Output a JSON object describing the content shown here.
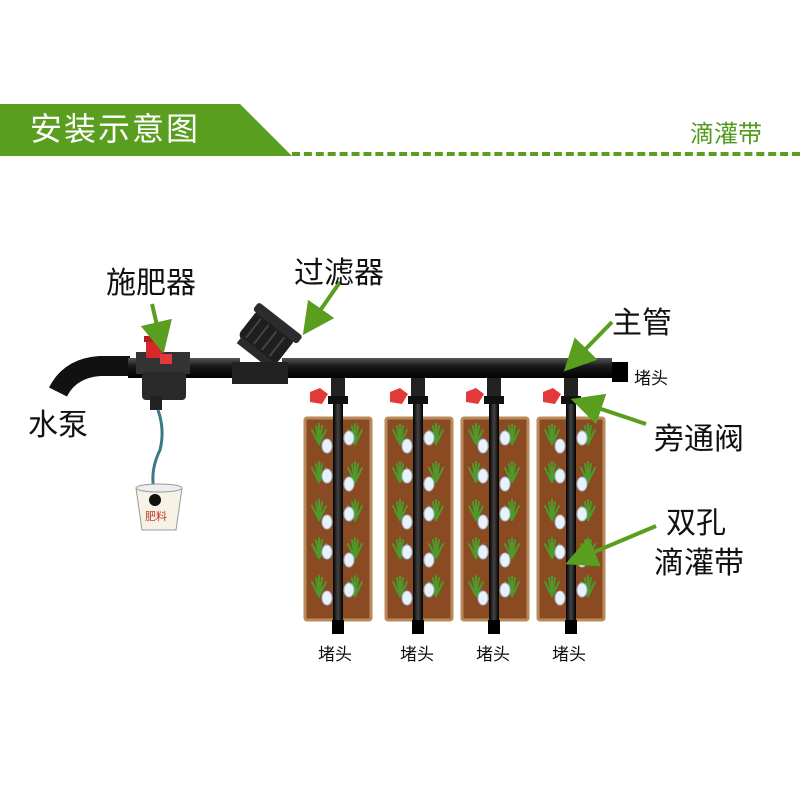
{
  "header": {
    "title": "安装示意图",
    "product": "滴灌带"
  },
  "labels": {
    "pump": "水泵",
    "fertilizer_injector": "施肥器",
    "filter": "过滤器",
    "main_pipe": "主管",
    "end_cap_main": "堵头",
    "bypass_valve": "旁通阀",
    "drip_tape_line1": "双孔",
    "drip_tape_line2": "滴灌带",
    "bucket_text": "肥料"
  },
  "end_caps": [
    "堵头",
    "堵头",
    "堵头",
    "堵头"
  ],
  "colors": {
    "accent_green": "#5a9e1f",
    "pipe": "#1a1a1a",
    "valve_red": "#e23a3a",
    "soil": "#8a4a22"
  }
}
